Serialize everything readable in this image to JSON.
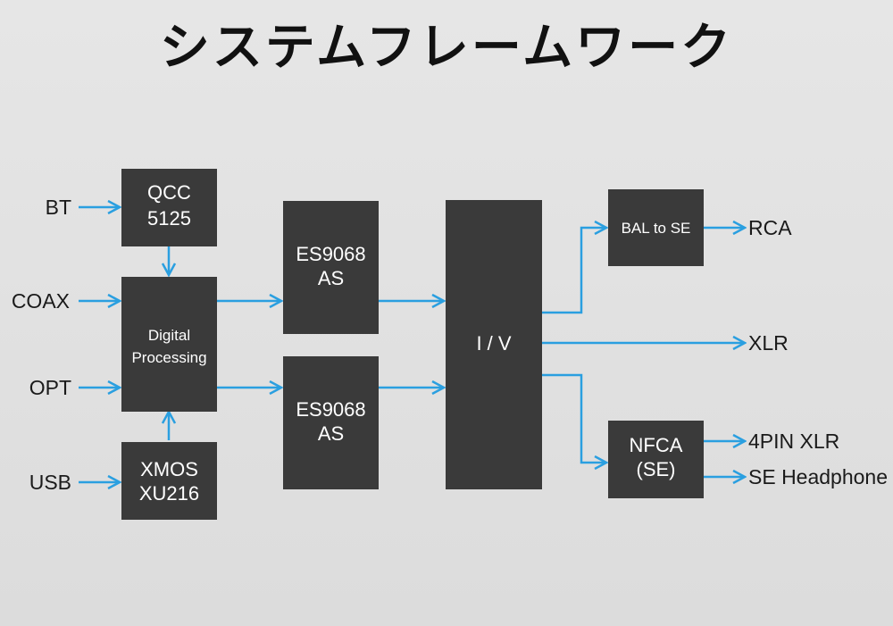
{
  "title": "システムフレームワーク",
  "inputs": {
    "bt": "BT",
    "coax": "COAX",
    "opt": "OPT",
    "usb": "USB"
  },
  "blocks": {
    "qcc": [
      "QCC",
      "5125"
    ],
    "digital": [
      "Digital",
      "Processing"
    ],
    "xmos": [
      "XMOS",
      "XU216"
    ],
    "dac1": [
      "ES9068",
      "AS"
    ],
    "dac2": [
      "ES9068",
      "AS"
    ],
    "iv": "I / V",
    "bal_to_se": "BAL to SE",
    "nfca": [
      "NFCA",
      "(SE)"
    ]
  },
  "outputs": {
    "rca": "RCA",
    "xlr": "XLR",
    "pin4_xlr": "4PIN XLR",
    "se_headphone": "SE Headphone"
  },
  "colors": {
    "arrow": "#2a9fe0",
    "box": "#3a3a3a",
    "background": "#e0e0e0"
  }
}
